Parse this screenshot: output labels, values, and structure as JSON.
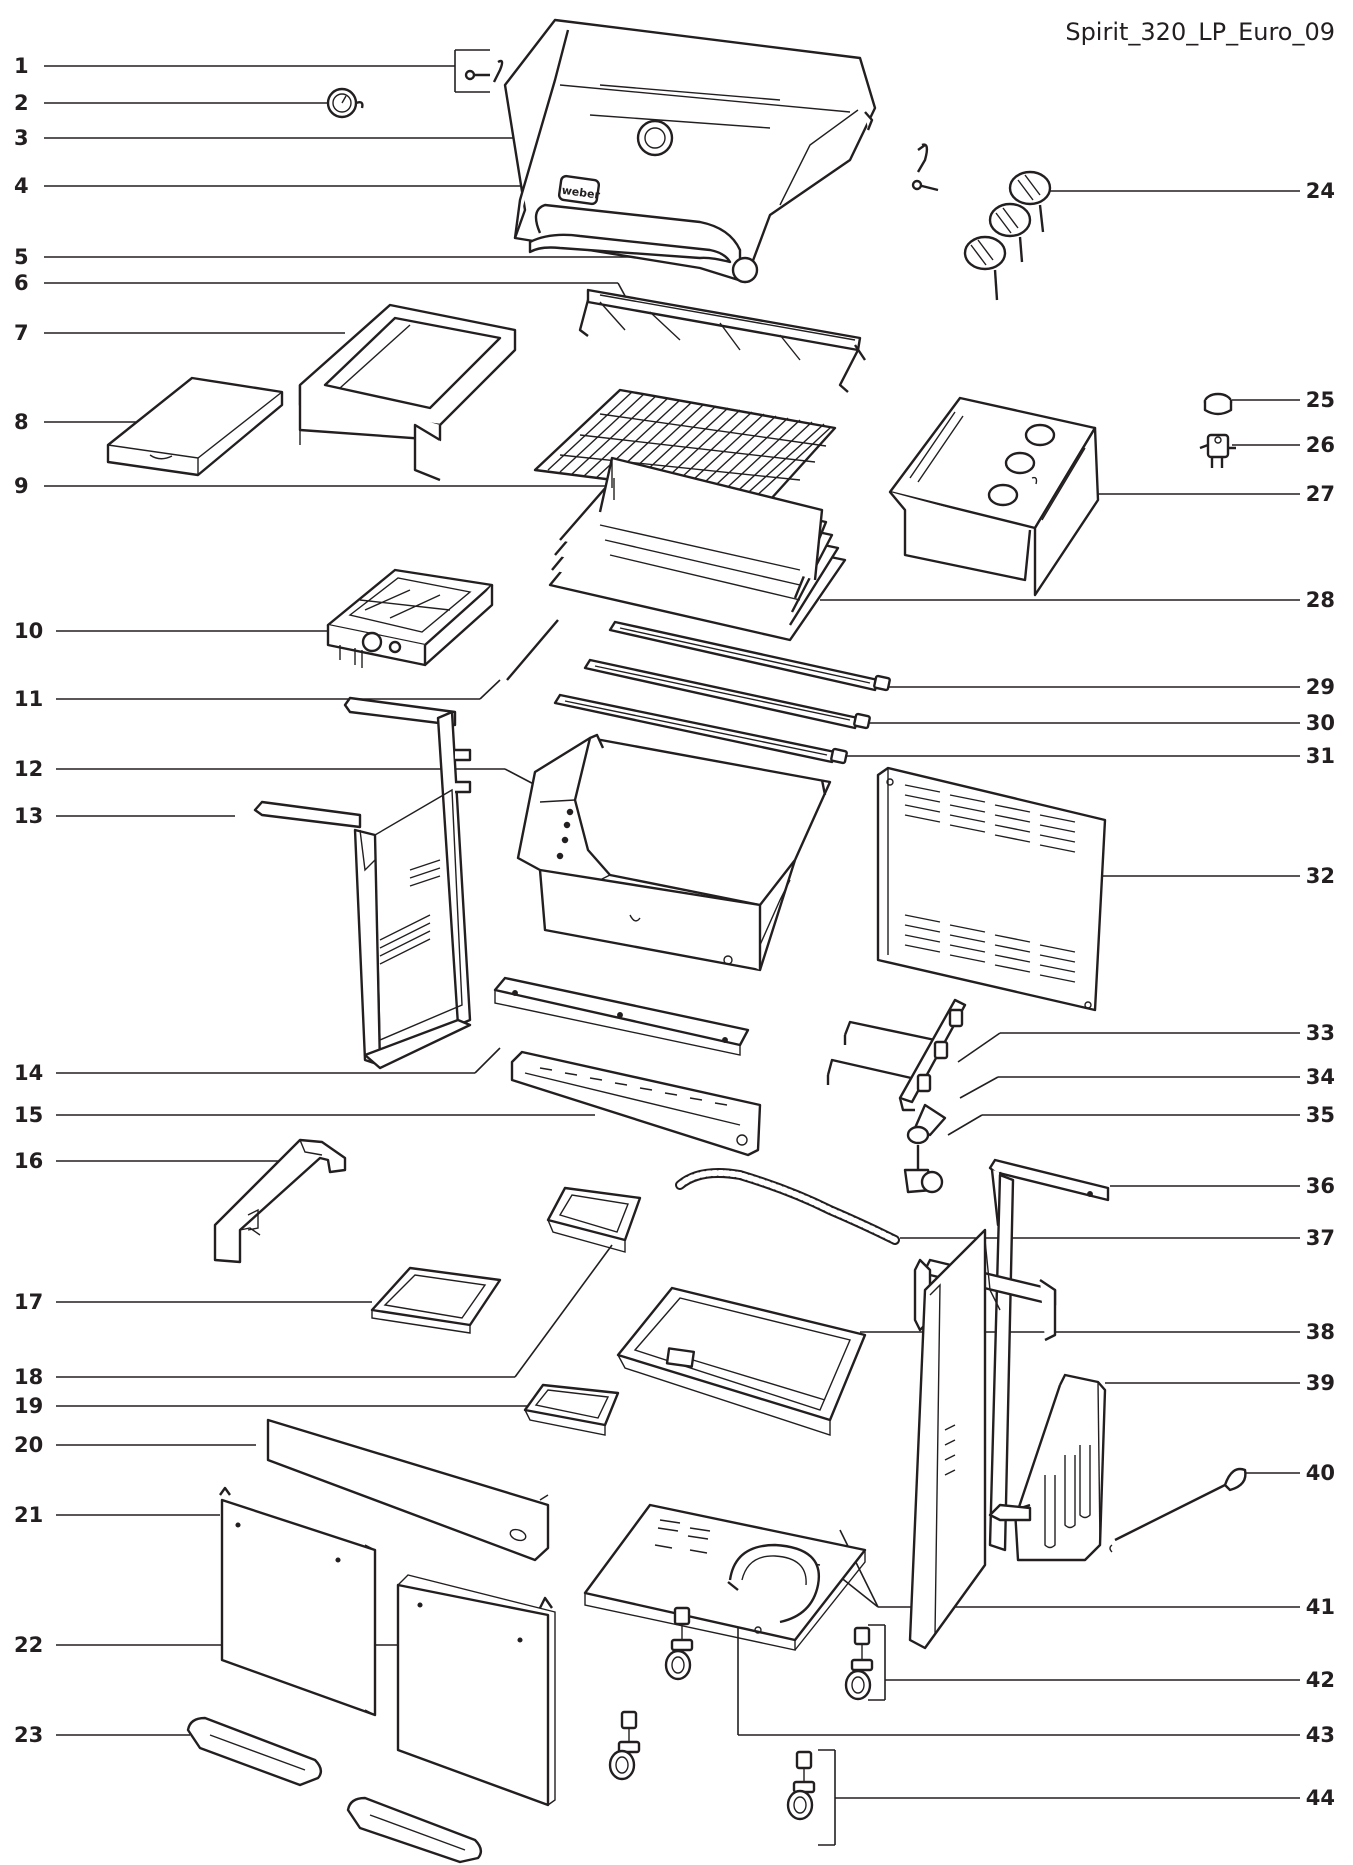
{
  "title": "Spirit_320_LP_Euro_09",
  "brand": "weber",
  "labels": [
    "1",
    "2",
    "3",
    "4",
    "5",
    "6",
    "7",
    "8",
    "9",
    "10",
    "11",
    "12",
    "13",
    "14",
    "15",
    "16",
    "17",
    "18",
    "19",
    "20",
    "21",
    "22",
    "23",
    "24",
    "25",
    "26",
    "27",
    "28",
    "29",
    "30",
    "31",
    "32",
    "33",
    "34",
    "35",
    "36",
    "37",
    "38",
    "39",
    "40",
    "41",
    "42",
    "43",
    "44"
  ]
}
